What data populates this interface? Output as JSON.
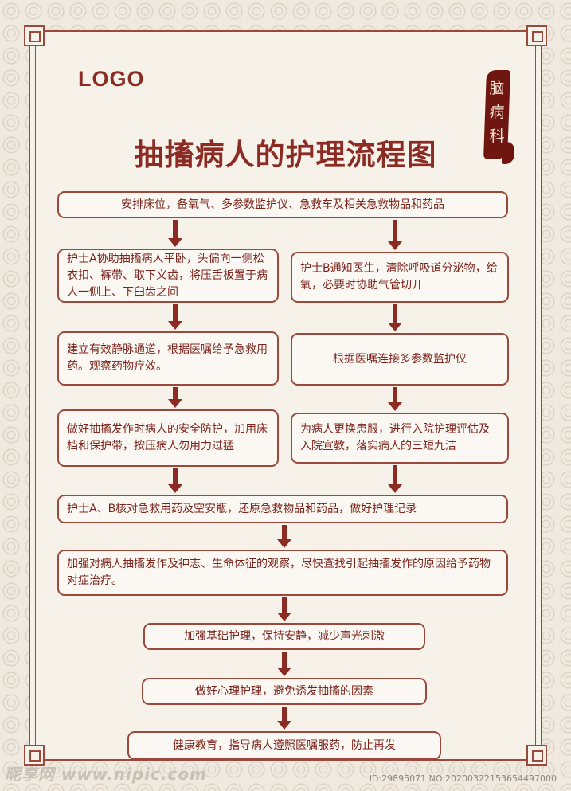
{
  "header": {
    "logo": "LOGO",
    "department": "脑病科",
    "title": "抽搐病人的护理流程图"
  },
  "flow": {
    "step_top": "安排床位，备氧气、多参数监护仪、急救车及相关急救物品和药品",
    "left": [
      "护士A协助抽搐病人平卧，头偏向一侧松衣扣、裤带、取下义齿，将压舌板置于病人一侧上、下臼齿之间",
      "建立有效静脉通道，根据医嘱给予急救用药。观察药物疗效。",
      "做好抽搐发作时病人的安全防护，加用床档和保护带，按压病人勿用力过猛"
    ],
    "right": [
      "护士B通知医生，清除呼吸道分泌物，给氧，必要时协助气管切开",
      "根据医嘱连接多参数监护仪",
      "为病人更换患服，进行入院护理评估及入院宣教，落实病人的三短九洁"
    ],
    "step_merge": "护士A、B核对急救用药及空安瓶，还原急救物品和药品，做好护理记录",
    "step_observe": "加强对病人抽搐发作及神志、生命体征的观察，尽快查找引起抽搐发作的原因给予药物对症治疗。",
    "step_basic": "加强基础护理，保持安静，减少声光刺激",
    "step_psych": "做好心理护理，避免诱发抽搐的因素",
    "step_edu": "健康教育，指导病人遵照医嘱服药，防止再发"
  },
  "footer": {
    "watermark": "昵享网 www.nipic.com",
    "image_id": "ID:29895071 NO:20200322153654497000"
  },
  "colors": {
    "accent": "#8b2b24",
    "border": "#9a4a3c",
    "background": "#efe9df"
  }
}
